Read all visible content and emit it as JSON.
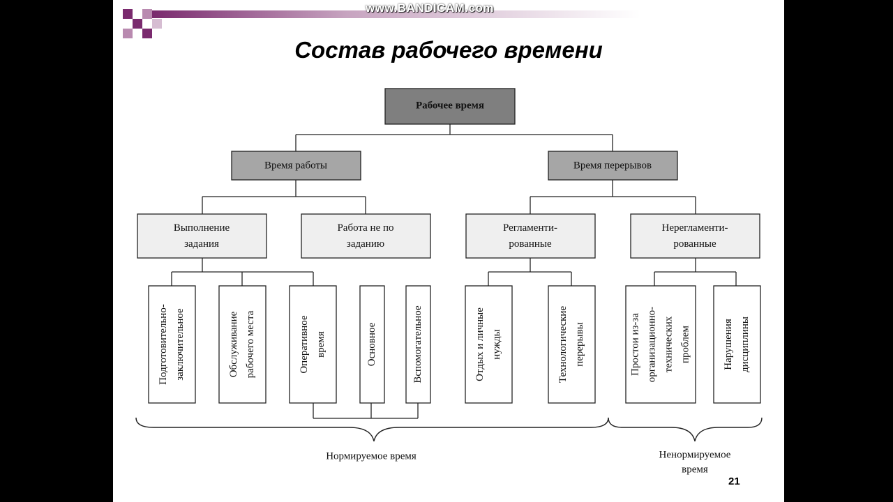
{
  "watermark": "www.BANDICAM.com",
  "title": "Состав рабочего времени",
  "page_number": "21",
  "colors": {
    "accent_square": "#7a2a6e",
    "accent_light": "#b98ab0",
    "header_box": "#7f7f7f",
    "level2_box": "#a6a6a6"
  },
  "diagram": {
    "root": "Рабочее время",
    "level2": [
      "Время работы",
      "Время перерывов"
    ],
    "level3": [
      [
        "Выполнение",
        "задания"
      ],
      [
        "Работа не по",
        "заданию"
      ],
      [
        "Регламенти-",
        "рованные"
      ],
      [
        "Нерегламенти-",
        "рованные"
      ]
    ],
    "leaves": [
      [
        "Подготовительно-",
        "заключительное"
      ],
      [
        "Обслуживание",
        "рабочего места"
      ],
      [
        "Оперативное",
        "время"
      ],
      [
        "Основное"
      ],
      [
        "Вспомогательное"
      ],
      [
        "Отдых и личные",
        "нужды"
      ],
      [
        "Технологические",
        "перерывы"
      ],
      [
        "Простои  из-за",
        "организационно-",
        "технических",
        "проблем"
      ],
      [
        "Нарушения",
        "дисциплины"
      ]
    ],
    "brace_labels": [
      [
        "Нормируемое время"
      ],
      [
        "Ненормируемое",
        "время"
      ]
    ]
  }
}
